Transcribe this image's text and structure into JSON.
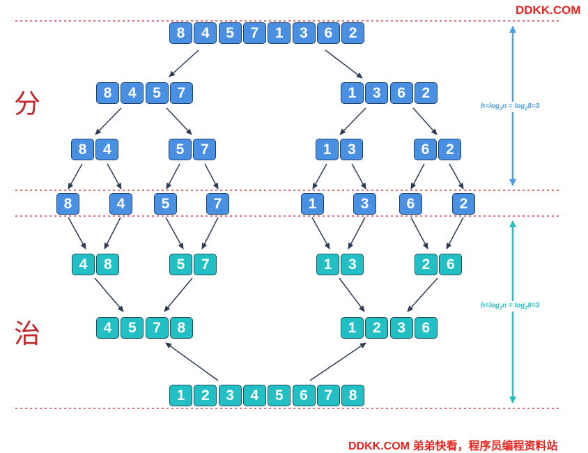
{
  "brand": {
    "top": "DDKK.COM",
    "bottom": "DDKK.COM 弟弟快看，程序员编程资料站"
  },
  "labels": {
    "divide": "分",
    "conquer": "治"
  },
  "height_label": {
    "prefix": "h=log",
    "sub1": "2",
    "mid": "n = log",
    "sub2": "2",
    "suffix": "8=3"
  },
  "colors": {
    "split_fill": "#4a90e2",
    "merge_fill": "#22c0c4",
    "arrow": "#2b3a55",
    "divider": "#d94040",
    "split_measure": "#4a9ee8",
    "merge_measure": "#22c0c4",
    "side_label": "#c0282c",
    "brand": "#e8231e"
  },
  "levels": [
    {
      "id": "split-level-0",
      "phase": "split",
      "groups": [
        [
          8,
          4,
          5,
          7,
          1,
          3,
          6,
          2
        ]
      ]
    },
    {
      "id": "split-level-1",
      "phase": "split",
      "groups": [
        [
          8,
          4,
          5,
          7
        ],
        [
          1,
          3,
          6,
          2
        ]
      ]
    },
    {
      "id": "split-level-2",
      "phase": "split",
      "groups": [
        [
          8,
          4
        ],
        [
          5,
          7
        ],
        [
          1,
          3
        ],
        [
          6,
          2
        ]
      ]
    },
    {
      "id": "split-level-3",
      "phase": "split",
      "groups": [
        [
          8
        ],
        [
          4
        ],
        [
          5
        ],
        [
          7
        ],
        [
          1
        ],
        [
          3
        ],
        [
          6
        ],
        [
          2
        ]
      ]
    },
    {
      "id": "merge-level-1",
      "phase": "merge",
      "groups": [
        [
          4,
          8
        ],
        [
          5,
          7
        ],
        [
          1,
          3
        ],
        [
          2,
          6
        ]
      ]
    },
    {
      "id": "merge-level-2",
      "phase": "merge",
      "groups": [
        [
          4,
          5,
          7,
          8
        ],
        [
          1,
          2,
          3,
          6
        ]
      ]
    },
    {
      "id": "merge-level-3",
      "phase": "merge",
      "groups": [
        [
          1,
          2,
          3,
          4,
          5,
          6,
          7,
          8
        ]
      ]
    }
  ]
}
